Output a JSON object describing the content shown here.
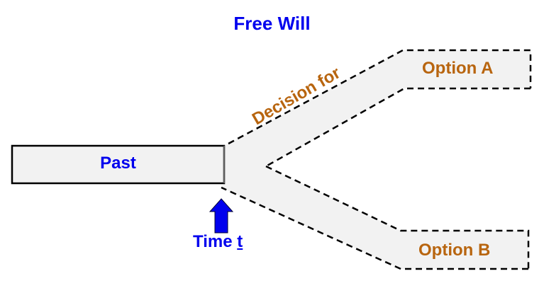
{
  "title": "Free Will",
  "nodes": {
    "past": "Past",
    "decision": "Decision for",
    "option_a": "Option A",
    "option_b": "Option B"
  },
  "marker": {
    "label": "Time",
    "variable": "t",
    "icon": "up-arrow-icon"
  },
  "colors": {
    "title_blue": "#0000ee",
    "option_orange": "#b8650f",
    "fill_gray": "#f2f2f2",
    "line_black": "#000000"
  }
}
